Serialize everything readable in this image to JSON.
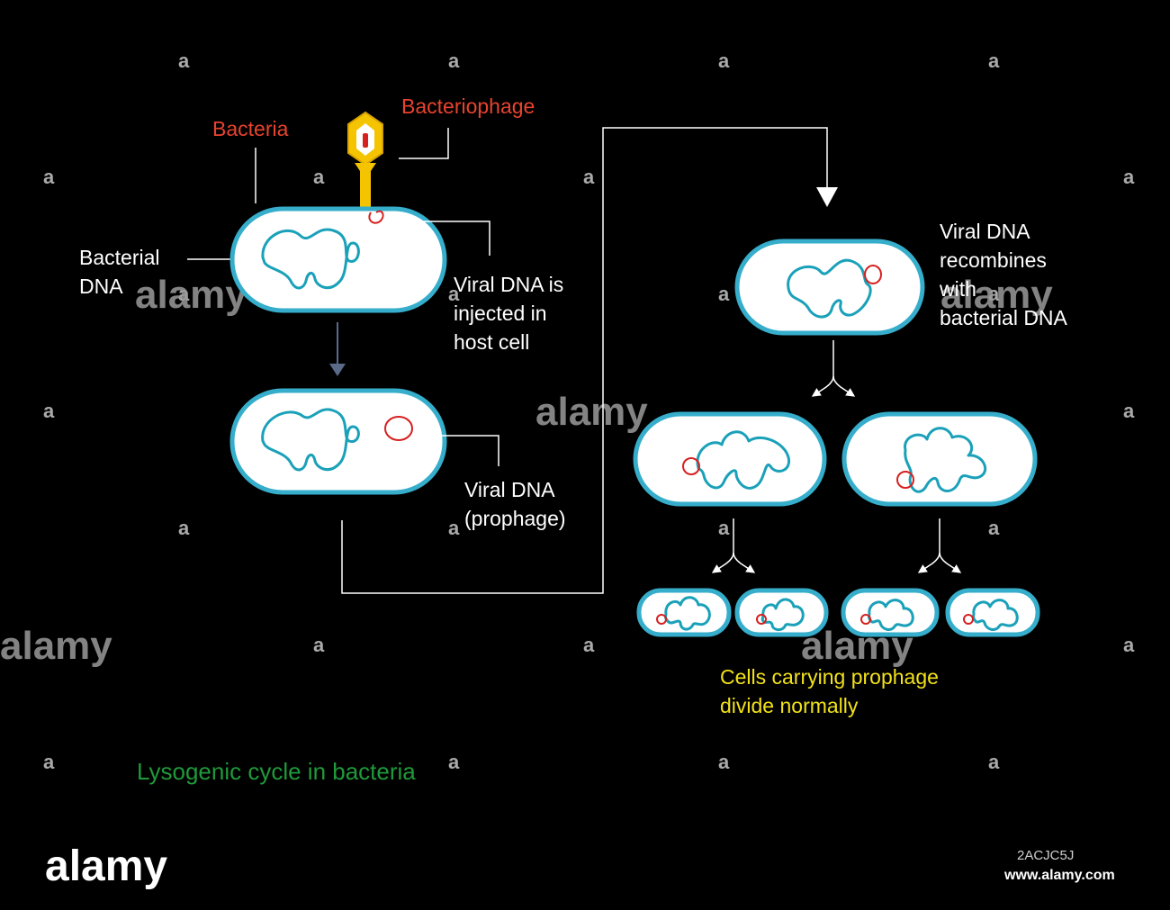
{
  "labels": {
    "bacteria": "Bacteria",
    "bacteriophage": "Bacteriophage",
    "bacterial_dna_1": "Bacterial",
    "bacterial_dna_2": "DNA",
    "injected_1": "Viral DNA is",
    "injected_2": "injected in",
    "injected_3": "host cell",
    "prophage_1": "Viral DNA",
    "prophage_2": "(prophage)",
    "recombine_1": "Viral DNA",
    "recombine_2": "recombines",
    "recombine_3": "with",
    "recombine_4": "bacterial DNA",
    "divide_1": "Cells carrying prophage",
    "divide_2": "divide normally",
    "title": "Lysogenic cycle in bacteria"
  },
  "watermark": {
    "brand": "alamy",
    "mark": "a",
    "image_id": "2ACJC5J",
    "url": "www.alamy.com"
  },
  "colors": {
    "background": "#000000",
    "cell_outline": "#36aecb",
    "bacterial_dna": "#1aa1b9",
    "viral_dna": "#d62020",
    "red_label": "#e8432e",
    "yellow_label": "#f2e11a",
    "green_title": "#1f9a3a",
    "phage_body": "#f5c400"
  }
}
